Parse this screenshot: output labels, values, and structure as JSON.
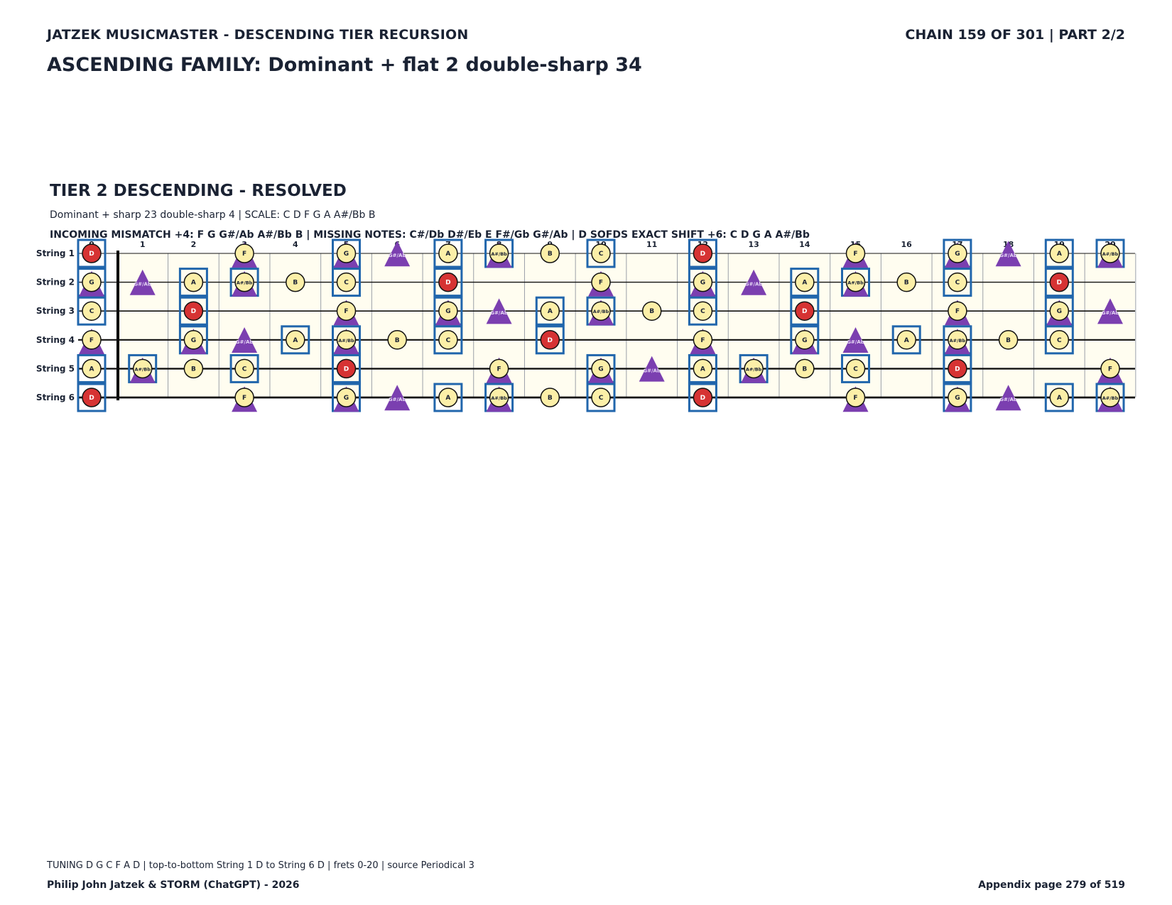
{
  "header": {
    "series": "JATZEK MUSICMASTER - DESCENDING TIER RECURSION",
    "chain": "CHAIN 159 OF 301  |  PART 2/2",
    "family": "ASCENDING FAMILY: Dominant + flat 2 double-sharp 34"
  },
  "tier": {
    "title": "TIER 2 DESCENDING - RESOLVED",
    "subtitle": "Dominant + sharp 23 double-sharp 4  |  SCALE: C D F G A A#/Bb B",
    "info": "INCOMING MISMATCH +4: F G G#/Ab A#/Bb B  |  MISSING NOTES: C#/Db D#/Eb E F#/Gb G#/Ab  |  D SOFDS EXACT SHIFT +6: C D G A A#/Bb"
  },
  "fretboard": {
    "fret_numbers": [
      "0",
      "1",
      "2",
      "3",
      "4",
      "5",
      "6",
      "7",
      "8",
      "9",
      "10",
      "11",
      "12",
      "13",
      "14",
      "15",
      "16",
      "17",
      "18",
      "19",
      "20"
    ],
    "strings": [
      {
        "label": "String 1",
        "open": "D"
      },
      {
        "label": "String 2",
        "open": "G"
      },
      {
        "label": "String 3",
        "open": "C"
      },
      {
        "label": "String 4",
        "open": "F"
      },
      {
        "label": "String 5",
        "open": "A"
      },
      {
        "label": "String 6",
        "open": "D"
      }
    ],
    "chromatic": [
      "C",
      "C#/Db",
      "D",
      "D#/Eb",
      "E",
      "F",
      "F#/Gb",
      "G",
      "G#/Ab",
      "A",
      "A#/Bb",
      "B"
    ],
    "scale_notes": [
      "C",
      "D",
      "F",
      "G",
      "A",
      "A#/Bb",
      "B"
    ],
    "root": "D",
    "triangle_note": "G#/Ab",
    "triangle_under": [
      "F",
      "G",
      "A#/Bb"
    ],
    "boxed_notes": [
      "C",
      "D",
      "G",
      "A",
      "A#/Bb"
    ],
    "colors": {
      "board_bg": "#fffdf0",
      "note_fill": "#fcefa8",
      "root_fill": "#d63333",
      "triangle": "#7b3fb0",
      "box": "#2166ac",
      "text": "#1a2233"
    }
  },
  "footer": {
    "tuning_note": "TUNING D G C F A D | top-to-bottom String 1 D to String 6 D | frets 0-20 | source Periodical 3",
    "credit": "Philip John Jatzek & STORM (ChatGPT) - 2026",
    "page": "Appendix page 279 of 519"
  }
}
